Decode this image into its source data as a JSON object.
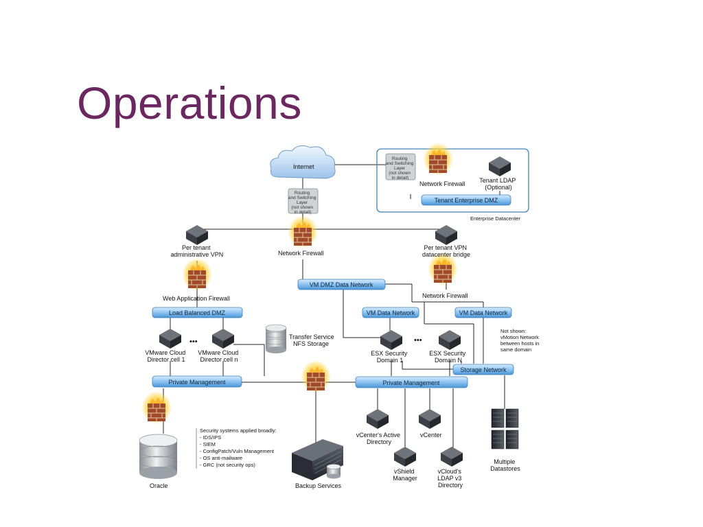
{
  "slide": {
    "title": "Operations"
  },
  "diagram": {
    "internet": "Internet",
    "routing_main": [
      "Routing",
      "and Switching",
      "Layer",
      "(not shown",
      "in detail)"
    ],
    "routing_enterprise": [
      "Routing",
      "and Switching",
      "Layer",
      "(not shown",
      "in detail)"
    ],
    "network_firewall_main": "Network Firewall",
    "network_firewall_enterprise": "Network Firewall",
    "tenant_ldap": [
      "Tenant LDAP",
      "(Optional)"
    ],
    "tenant_enterprise_dmz": "Tenant Enterprise DMZ",
    "enterprise_datacenter": "Enterprise Datacenter",
    "per_tenant_admin_vpn": [
      "Per tenant",
      "administrative VPN"
    ],
    "per_tenant_dc_bridge": [
      "Per tenant VPN",
      "datacenter bridge"
    ],
    "vm_dmz_data_network": "VM DMZ Data Network",
    "web_app_firewall": "Web Application Firewall",
    "network_firewall_right": "Network Firewall",
    "load_balanced_dmz": "Load Balanced DMZ",
    "vm_data_network_1": "VM Data Network",
    "vm_data_network_2": "VM Data Network",
    "vcd_cell_1": [
      "VMware Cloud",
      "Director cell 1"
    ],
    "vcd_cell_n": [
      "VMware Cloud",
      "Director cell n"
    ],
    "transfer_service": [
      "Transfer Service",
      "NFS Storage"
    ],
    "esx_domain_1": [
      "ESX Security",
      "Domain 1"
    ],
    "esx_domain_n": [
      "ESX Security",
      "Domain N"
    ],
    "not_shown": [
      "Not shown:",
      "vMotion Network",
      "between hosts in",
      "same domain"
    ],
    "storage_network": "Storage Network",
    "private_mgmt_left": "Private Management",
    "private_mgmt_right": "Private Management",
    "security_systems": [
      "Security systems applied broadly:",
      "- IDS/IPS",
      "- SIEM",
      "- ConfigPatch/Vuln Management",
      "- OS anti-mailware",
      "- GRC (not security ops)"
    ],
    "vcenter_ad": [
      "vCenter's Active",
      "Directory"
    ],
    "vcenter": "vCenter",
    "vshield": [
      "vShield",
      "Manager"
    ],
    "vcloud_ldap": [
      "vCloud's",
      "LDAP v3",
      "Directory"
    ],
    "multiple_datastores": [
      "Multiple",
      "Datastores"
    ],
    "oracle": "Oracle",
    "backup_services": "Backup Services",
    "ellipsis": "•••"
  }
}
